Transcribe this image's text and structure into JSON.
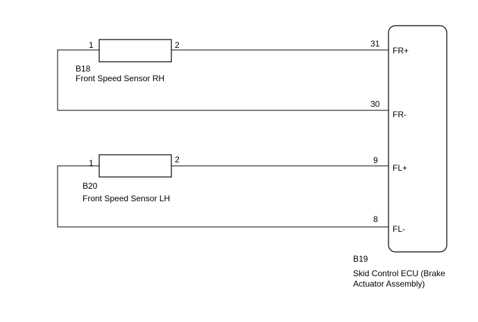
{
  "sensor_rh": {
    "code": "B18",
    "name": "Front Speed Sensor RH",
    "pin1": "1",
    "pin2": "2"
  },
  "sensor_lh": {
    "code": "B20",
    "name": "Front Speed Sensor LH",
    "pin1": "1",
    "pin2": "2"
  },
  "ecu": {
    "code": "B19",
    "name_line1": "Skid Control ECU (Brake",
    "name_line2": "Actuator Assembly)",
    "terminals": [
      {
        "pin": "31",
        "name": "FR+"
      },
      {
        "pin": "30",
        "name": "FR-"
      },
      {
        "pin": "9",
        "name": "FL+"
      },
      {
        "pin": "8",
        "name": "FL-"
      }
    ]
  },
  "colors": {
    "line": "#000000",
    "background": "#ffffff"
  }
}
